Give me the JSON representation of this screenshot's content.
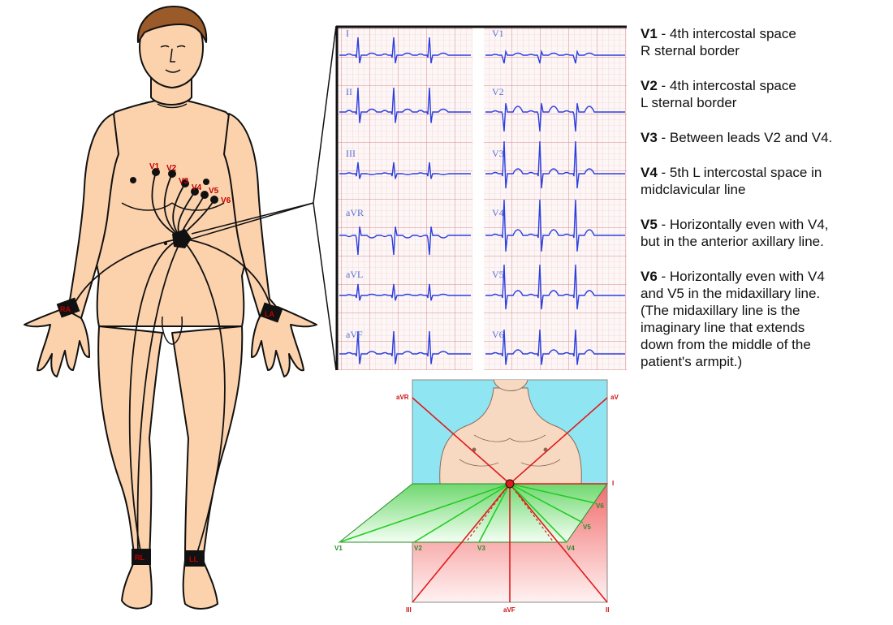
{
  "body_figure": {
    "chest_electrodes": [
      "V1",
      "V2",
      "V3",
      "V4",
      "V5",
      "V6"
    ],
    "limb_electrodes": [
      "RA",
      "LA",
      "RL",
      "LL"
    ]
  },
  "ecg_strip": {
    "left_leads": [
      "I",
      "II",
      "III",
      "aVR",
      "aVL",
      "aVF"
    ],
    "right_leads": [
      "V1",
      "V2",
      "V3",
      "V4",
      "V5",
      "V6"
    ],
    "colors": {
      "trace": "#2b3fe0",
      "grid": "#e8a0a0",
      "background": "#fdf6f6"
    }
  },
  "lead_diagram": {
    "frontal_labels": [
      "aVR",
      "aV",
      "I",
      "III",
      "aVF",
      "II"
    ],
    "precordial_labels": [
      "V1",
      "V2",
      "V3",
      "V4",
      "V5",
      "V6"
    ],
    "colors": {
      "sky": "#8fe6f2",
      "plane": "#7ddc7d",
      "lower": "#f08080",
      "axes": "#e01b1b",
      "vectors": "#22cc22"
    }
  },
  "descriptions": [
    {
      "lead": "V1",
      "text": " - 4th intercostal space",
      "text2": "R sternal border"
    },
    {
      "lead": "V2",
      "text": " - 4th intercostal space",
      "text2": "L sternal border"
    },
    {
      "lead": "V3",
      "text": " - Between leads V2 and V4.",
      "text2": ""
    },
    {
      "lead": "V4",
      "text": " - 5th L intercostal space in",
      "text2": "midclavicular line"
    },
    {
      "lead": "V5",
      "text": " - Horizontally even with V4,",
      "text2": "but in the anterior axillary line."
    },
    {
      "lead": "V6",
      "text": " - Horizontally even with V4",
      "text2": "and V5 in the midaxillary line.",
      "text3": "(The midaxillary line is the",
      "text4": "imaginary line that extends",
      "text5": "down from the middle of the",
      "text6": "patient's armpit.)"
    }
  ]
}
